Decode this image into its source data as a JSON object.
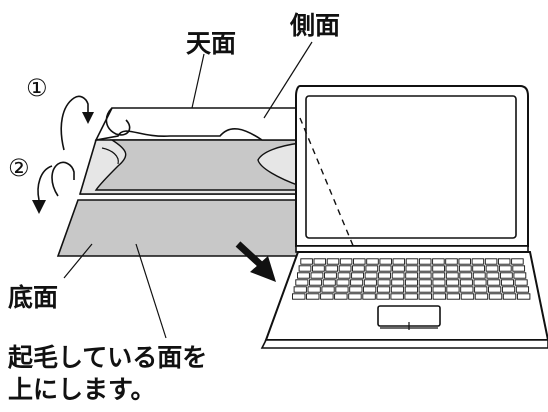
{
  "labels": {
    "top_face": "天面",
    "side_face": "側面",
    "bottom_face": "底面",
    "step1": "①",
    "step2": "②",
    "instruction_line1": "起毛している面を",
    "instruction_line2": "上にします。"
  },
  "colors": {
    "fill_gray": "#c8c8c8",
    "fill_light": "#ededed",
    "line": "#111111"
  }
}
